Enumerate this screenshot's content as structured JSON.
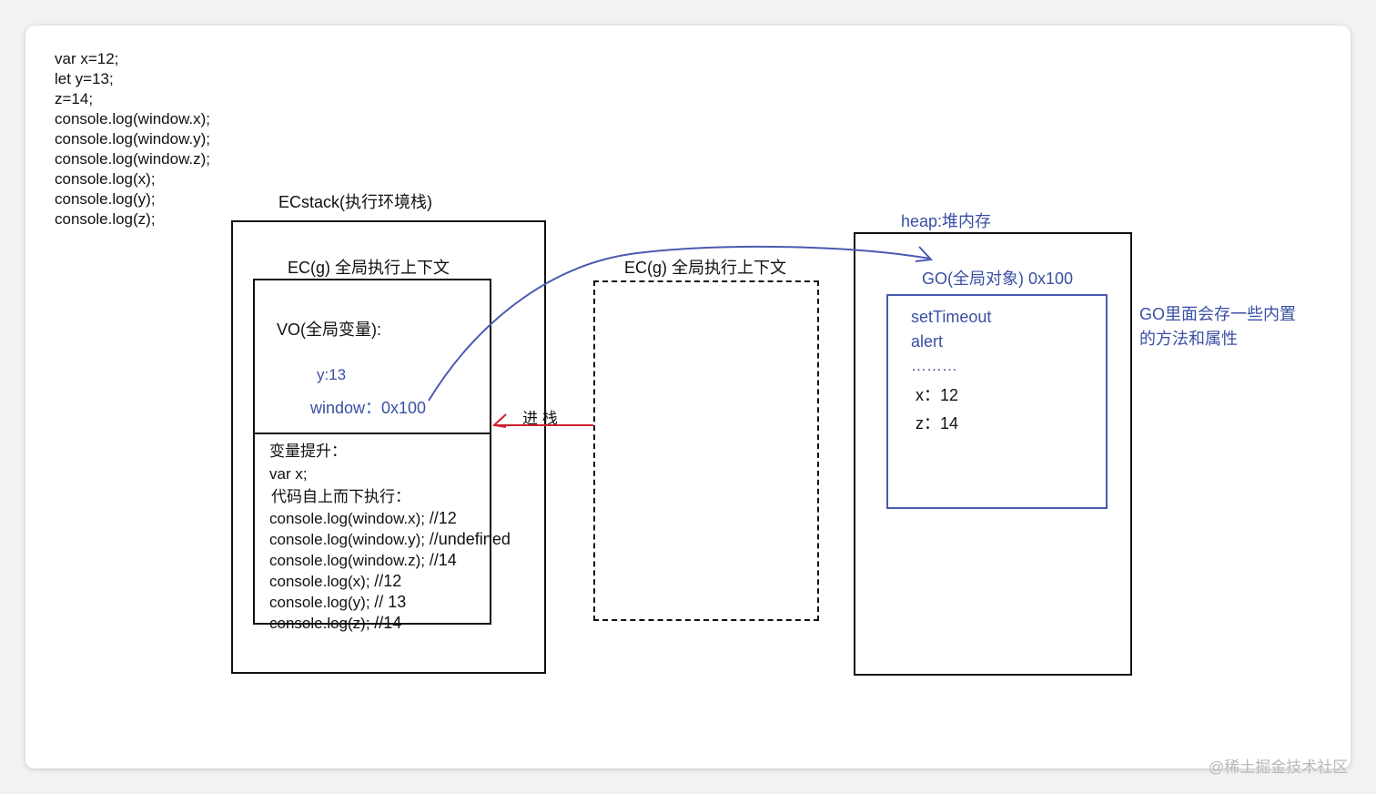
{
  "code": [
    "var x=12;",
    "let y=13;",
    "z=14;",
    "console.log(window.x);",
    "console.log(window.y);",
    "console.log(window.z);",
    "console.log(x);",
    "console.log(y);",
    "console.log(z);"
  ],
  "ecstack": {
    "title": "ECstack(执行环境栈)",
    "ecg_label": "EC(g)  全局执行上下文",
    "vo_title": "VO(全局变量):",
    "vo_y": "y:13",
    "vo_window": "window：0x100",
    "hoist_title": "变量提升：",
    "hoist_var": "var x;",
    "exec_title": "代码自上而下执行：",
    "exec_lines": [
      {
        "code": "console.log(window.x);",
        "comment": "//12"
      },
      {
        "code": "console.log(window.y);",
        "comment": "//undefined"
      },
      {
        "code": "console.log(window.z);",
        "comment": "//14"
      },
      {
        "code": "console.log(x);",
        "comment": "//12"
      },
      {
        "code": "console.log(y);",
        "comment": "// 13"
      },
      {
        "code": "console.log(z);",
        "comment": "//14"
      }
    ]
  },
  "dashed_ec": {
    "label": "EC(g)  全局执行上下文"
  },
  "push_label": "进  栈",
  "heap": {
    "title": "heap:堆内存",
    "go_label": "GO(全局对象)    0x100",
    "items": [
      "setTimeout",
      "alert",
      "………",
      "x：12",
      "z：14"
    ]
  },
  "note": [
    "GO里面会存一些内置",
    "的方法和属性"
  ],
  "watermark": "@稀土掘金技术社区",
  "colors": {
    "blue": "#3a4fa3",
    "red": "#d21f2a",
    "border": "#111111"
  }
}
